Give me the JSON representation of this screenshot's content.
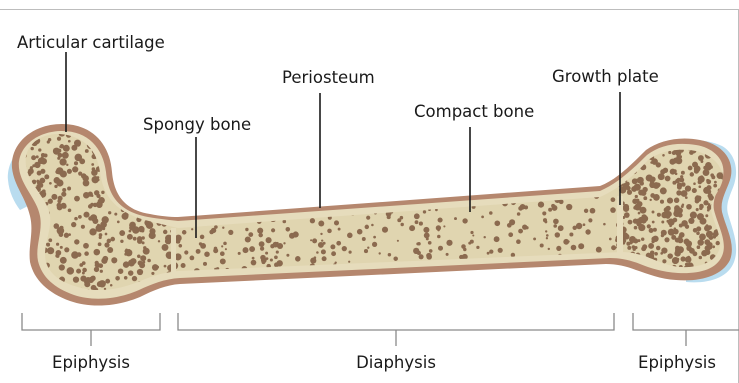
{
  "labels": {
    "articular_cartilage": "Articular cartilage",
    "periosteum": "Periosteum",
    "spongy_bone": "Spongy bone",
    "compact_bone": "Compact bone",
    "growth_plate": "Growth plate"
  },
  "regions": {
    "left_epiphysis": "Epiphysis",
    "diaphysis": "Diaphysis",
    "right_epiphysis": "Epiphysis"
  },
  "colors": {
    "cartilage": "#b9dcef",
    "periosteum": "#b5876e",
    "compact_bone": "#e6dcbc",
    "marrow": "#e0d5b0",
    "spongy_dots": "#8b6a4f",
    "text": "#1a1a1a",
    "bracket": "#8a8a8a",
    "frame": "#bdbdbd"
  }
}
